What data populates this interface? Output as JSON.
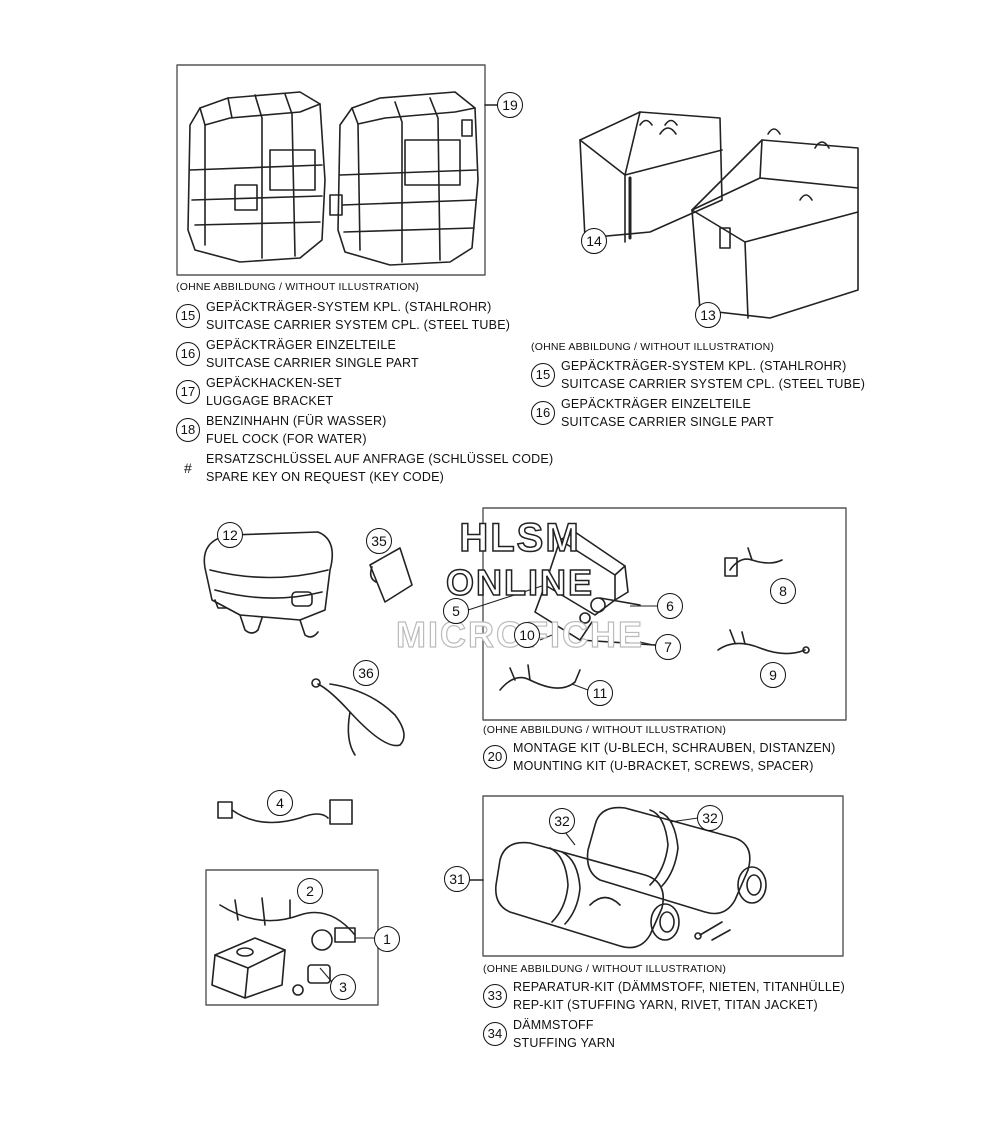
{
  "watermark": {
    "line1": "HLSM",
    "line2": "ONLINE",
    "line3": "MICROFICHE"
  },
  "callouts": {
    "c19": "19",
    "c14": "14",
    "c13": "13",
    "c12": "12",
    "c35": "35",
    "c36": "36",
    "c5": "5",
    "c6": "6",
    "c7": "7",
    "c8": "8",
    "c9": "9",
    "c10": "10",
    "c11": "11",
    "c4": "4",
    "c2": "2",
    "c1": "1",
    "c3": "3",
    "c31": "31",
    "c32a": "32",
    "c32b": "32"
  },
  "legend_top_left": {
    "note": "(OHNE ABBILDUNG / WITHOUT ILLUSTRATION)",
    "items": [
      {
        "num": "15",
        "de": "GEPÄCKTRÄGER-SYSTEM KPL. (STAHLROHR)",
        "en": "SUITCASE CARRIER SYSTEM CPL. (STEEL TUBE)"
      },
      {
        "num": "16",
        "de": "GEPÄCKTRÄGER EINZELTEILE",
        "en": "SUITCASE CARRIER SINGLE PART"
      },
      {
        "num": "17",
        "de": "GEPÄCKHACKEN-SET",
        "en": "LUGGAGE BRACKET"
      },
      {
        "num": "18",
        "de": "BENZINHAHN (FÜR WASSER)",
        "en": "FUEL COCK (FOR WATER)"
      },
      {
        "num": "#",
        "de": "ERSATZSCHLÜSSEL AUF ANFRAGE (SCHLÜSSEL CODE)",
        "en": "SPARE KEY ON REQUEST (KEY CODE)"
      }
    ]
  },
  "legend_top_right": {
    "note": "(OHNE ABBILDUNG / WITHOUT ILLUSTRATION)",
    "items": [
      {
        "num": "15",
        "de": "GEPÄCKTRÄGER-SYSTEM KPL. (STAHLROHR)",
        "en": "SUITCASE CARRIER SYSTEM CPL. (STEEL TUBE)"
      },
      {
        "num": "16",
        "de": "GEPÄCKTRÄGER EINZELTEILE",
        "en": "SUITCASE CARRIER SINGLE PART"
      }
    ]
  },
  "legend_mid": {
    "note": "(OHNE ABBILDUNG / WITHOUT ILLUSTRATION)",
    "items": [
      {
        "num": "20",
        "de": "MONTAGE KIT (U-BLECH, SCHRAUBEN, DISTANZEN)",
        "en": "MOUNTING KIT (U-BRACKET, SCREWS, SPACER)"
      }
    ]
  },
  "legend_bottom": {
    "note": "(OHNE ABBILDUNG / WITHOUT ILLUSTRATION)",
    "items": [
      {
        "num": "33",
        "de": "REPARATUR-KIT (DÄMMSTOFF, NIETEN, TITANHÜLLE)",
        "en": "REP-KIT (STUFFING YARN, RIVET, TITAN JACKET)"
      },
      {
        "num": "34",
        "de": "DÄMMSTOFF",
        "en": "STUFFING YARN"
      }
    ]
  }
}
